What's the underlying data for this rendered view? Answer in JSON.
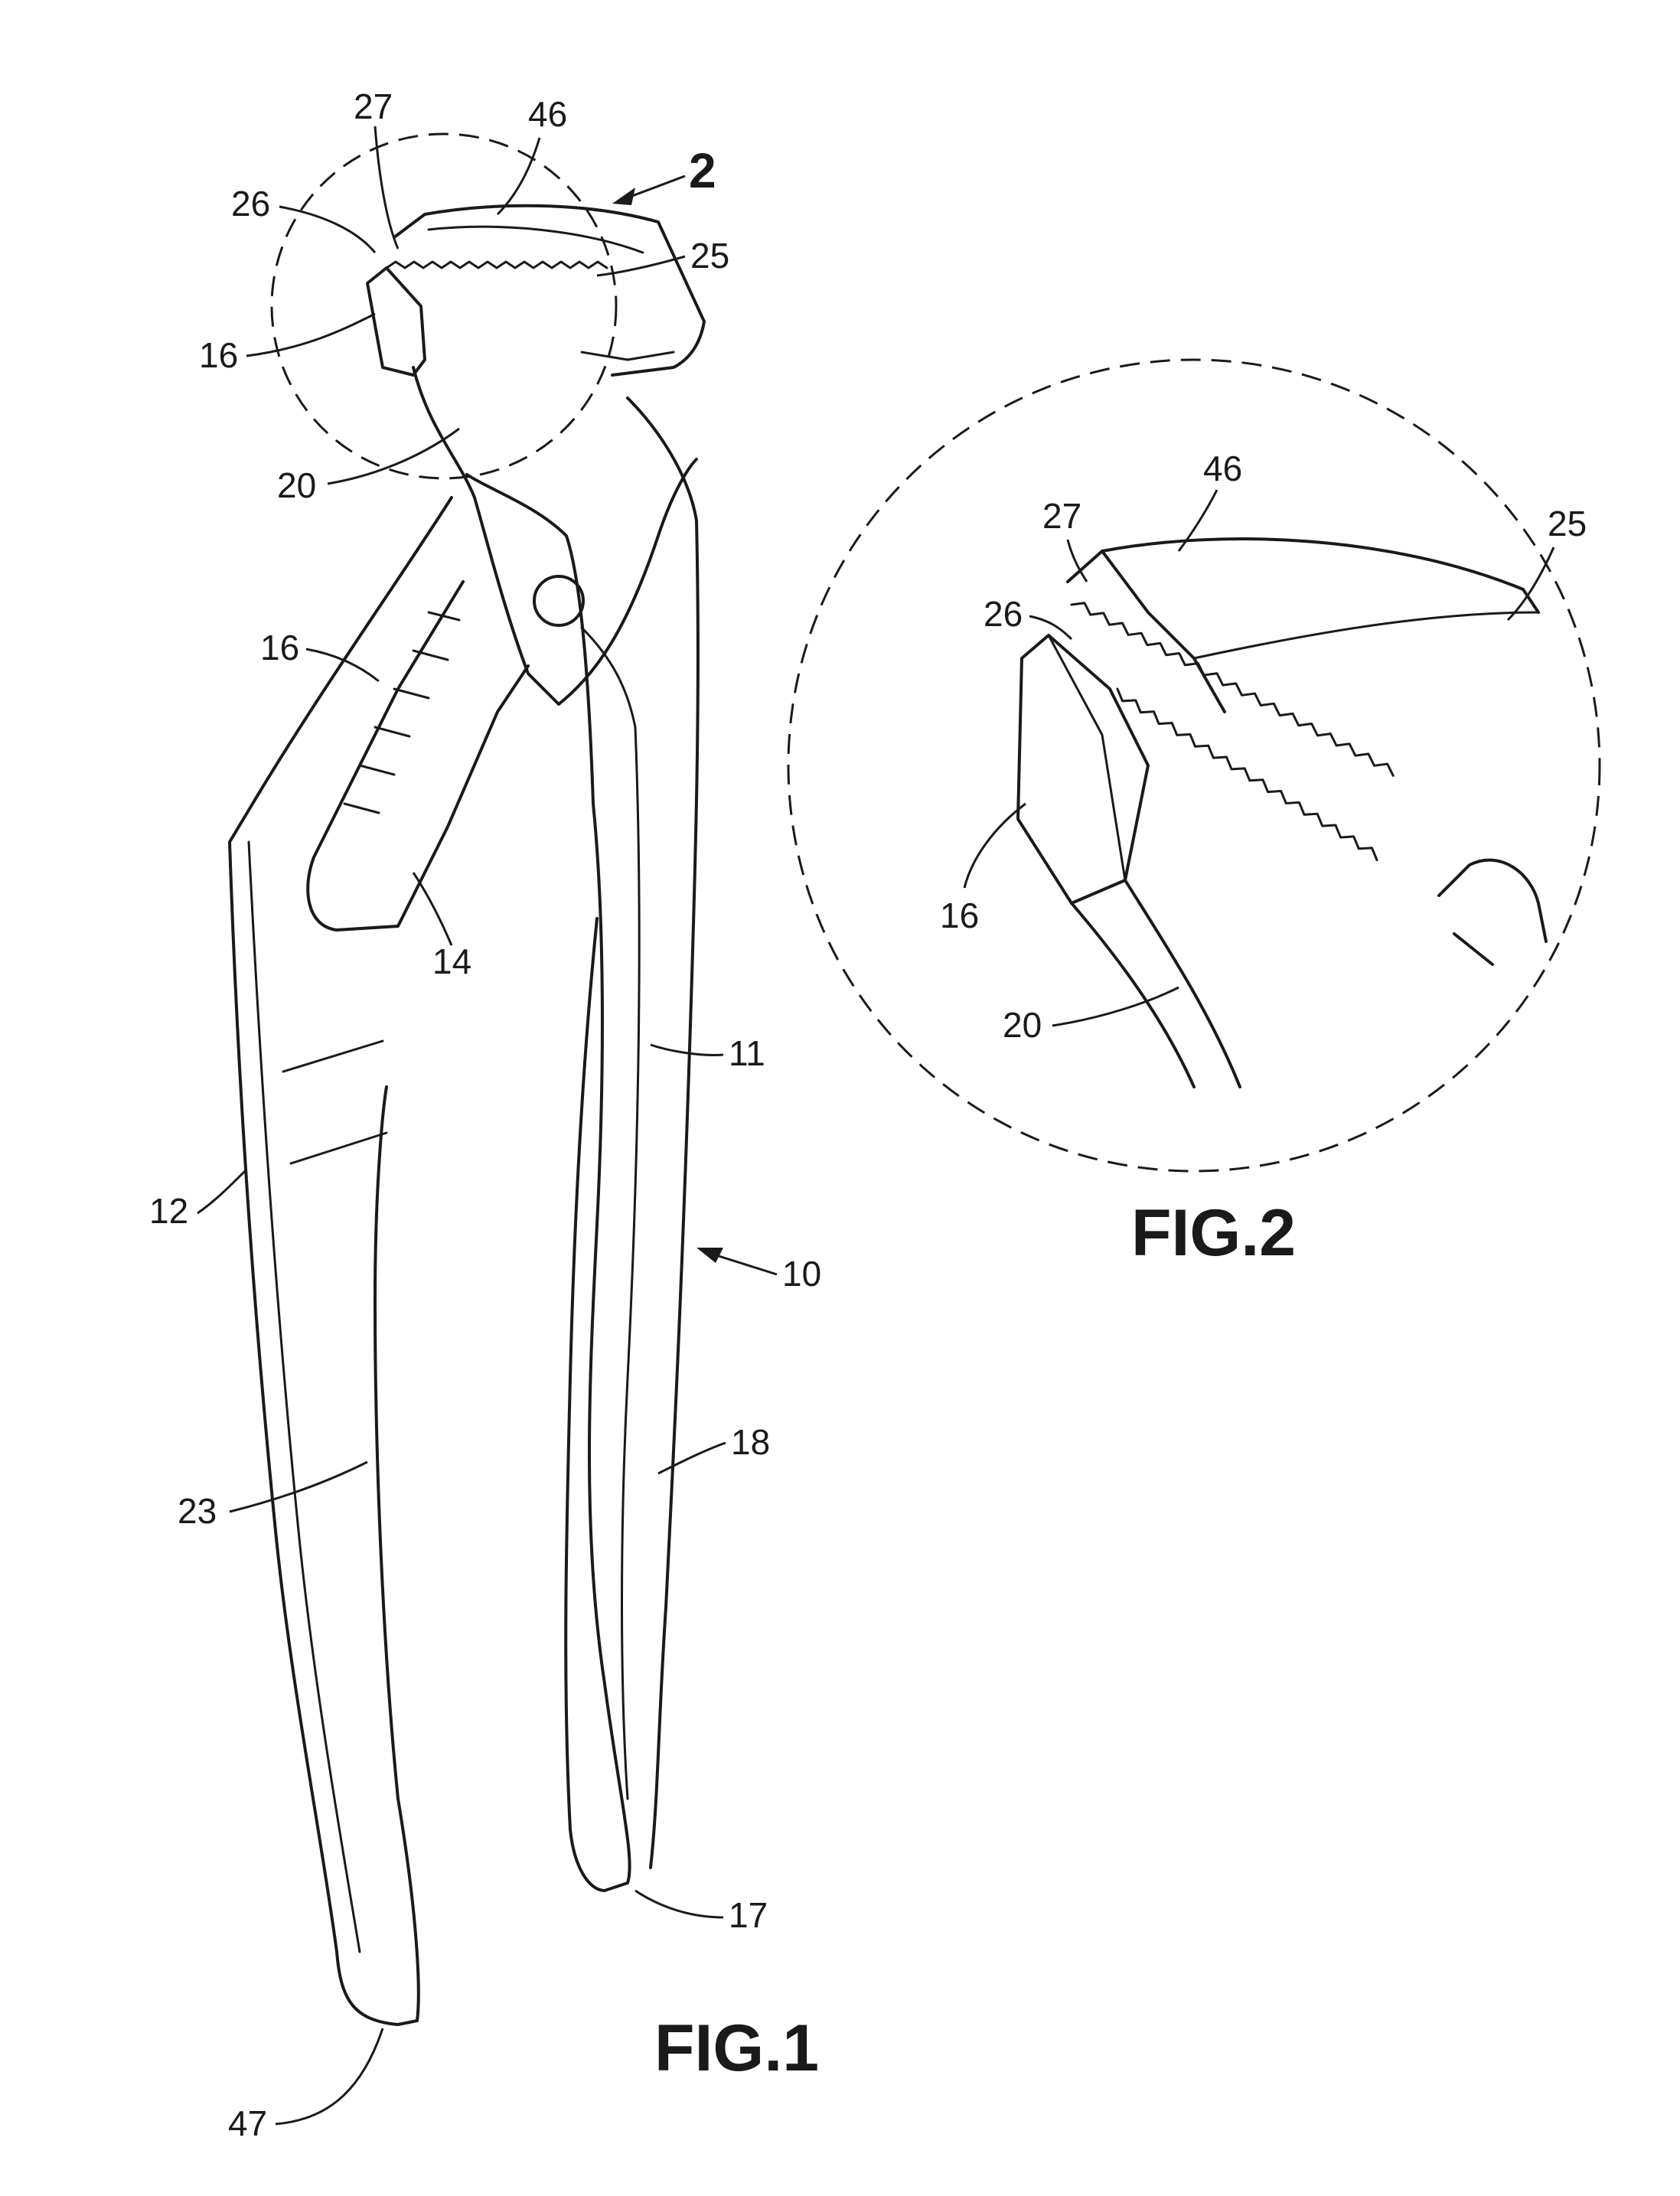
{
  "figures": {
    "fig1": {
      "caption": "FIG.1",
      "labels": {
        "r27": "27",
        "r46": "46",
        "r2": "2",
        "r26": "26",
        "r25": "25",
        "r16a": "16",
        "r20": "20",
        "r16b": "16",
        "r14": "14",
        "r11": "11",
        "r12": "12",
        "r10": "10",
        "r18": "18",
        "r23": "23",
        "r17": "17",
        "r47": "47"
      }
    },
    "fig2": {
      "caption": "FIG.2",
      "labels": {
        "r46": "46",
        "r27": "27",
        "r25": "25",
        "r26": "26",
        "r16": "16",
        "r20": "20"
      }
    }
  }
}
